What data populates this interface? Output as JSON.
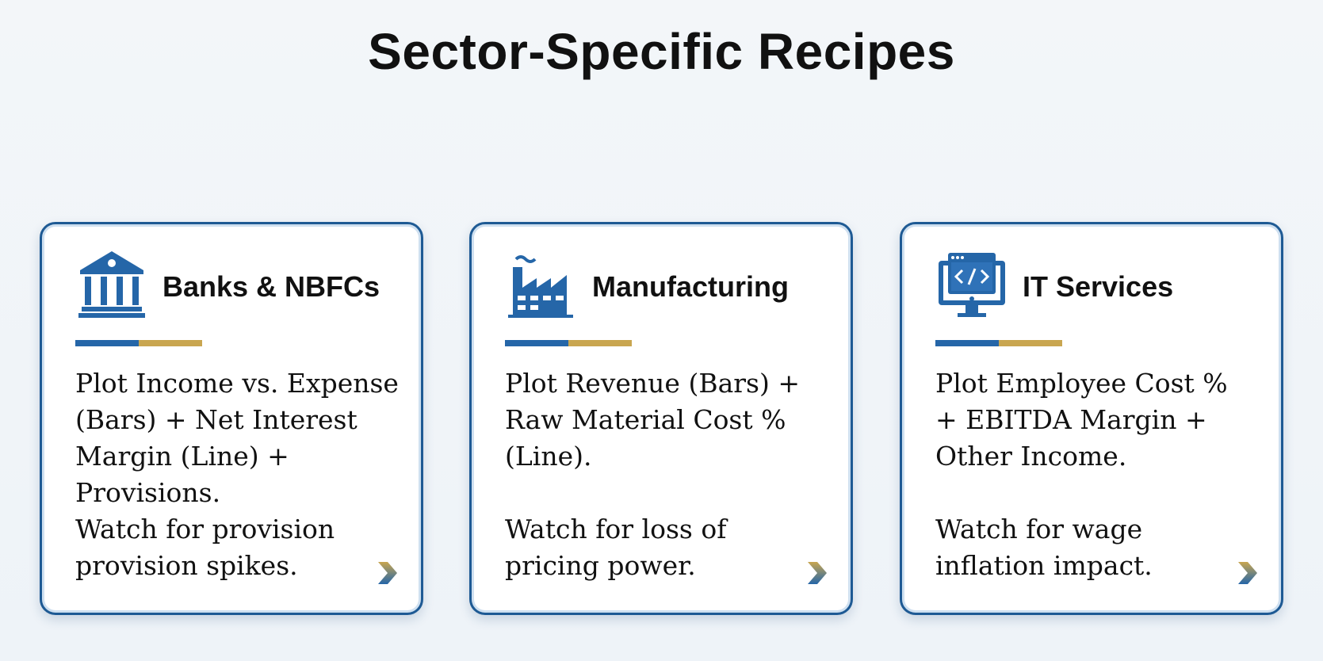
{
  "title": "Sector-Specific Recipes",
  "colors": {
    "accent_blue": "#1e5a94",
    "icon_blue": "#2566a8",
    "accent_gold": "#c9a650",
    "background": "#f1f5f9"
  },
  "cards": [
    {
      "icon": "bank-icon",
      "title": "Banks & NBFCs",
      "lines": [
        "Plot Income vs. Expense",
        "(Bars) + Net Interest",
        "Margin (Line) +",
        "Provisions.",
        "Watch for provision",
        "provision spikes."
      ]
    },
    {
      "icon": "factory-icon",
      "title": "Manufacturing",
      "lines": [
        "Plot Revenue (Bars) +",
        "Raw Material Cost %",
        "(Line).",
        "Watch for loss of",
        "pricing power."
      ]
    },
    {
      "icon": "monitor-code-icon",
      "title": "IT Services",
      "lines": [
        "Plot Employee Cost %",
        "+ EBITDA Margin +",
        "Other Income.",
        "Watch for wage",
        "inflation impact."
      ]
    }
  ]
}
